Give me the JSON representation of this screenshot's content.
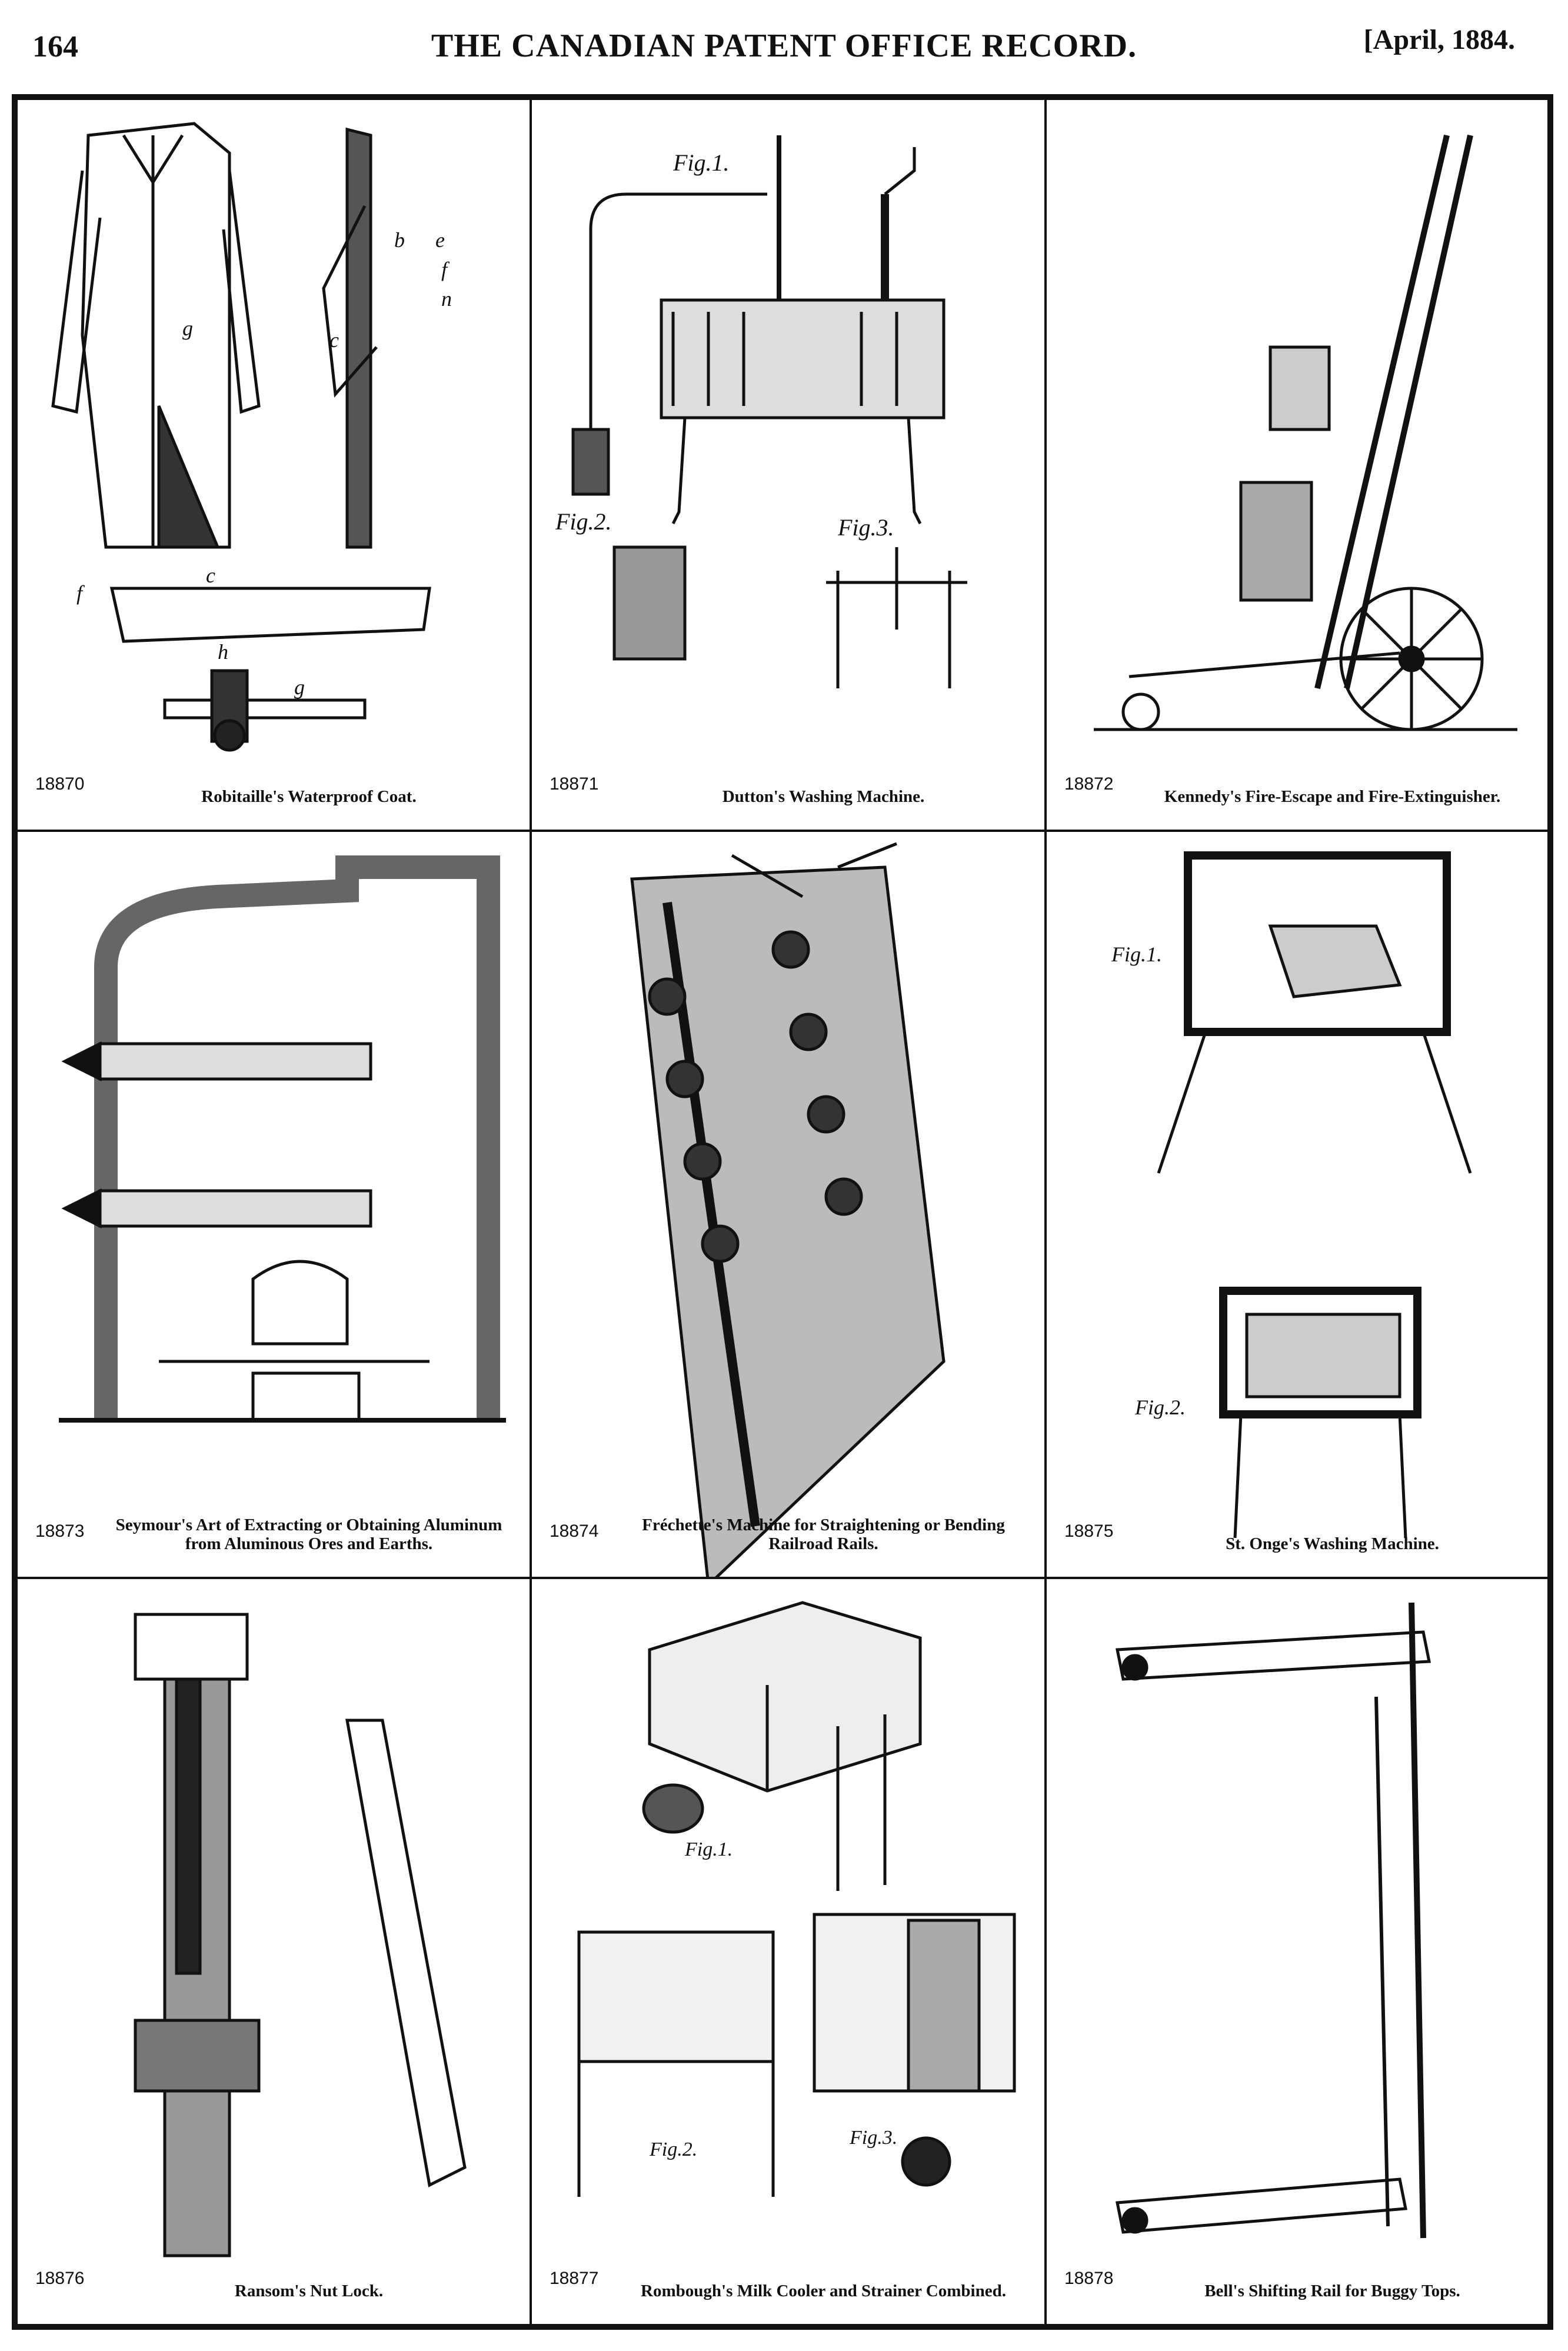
{
  "header": {
    "page_number": "164",
    "title": "THE CANADIAN PATENT OFFICE RECORD.",
    "date": "[April, 1884."
  },
  "patents": [
    {
      "number": "18870",
      "title": "Robitaille's Waterproof Coat."
    },
    {
      "number": "18871",
      "title": "Dutton's Washing Machine."
    },
    {
      "number": "18872",
      "title": "Kennedy's Fire-Escape and Fire-Extinguisher."
    },
    {
      "number": "18873",
      "title": "Seymour's Art of Extracting or Obtaining Aluminum from Aluminous Ores and Earths."
    },
    {
      "number": "18874",
      "title": "Fréchette's Machine for Straightening or Bending Railroad Rails."
    },
    {
      "number": "18875",
      "title": "St. Onge's Washing Machine."
    },
    {
      "number": "18876",
      "title": "Ransom's Nut Lock."
    },
    {
      "number": "18877",
      "title": "Rombough's Milk Cooler and Strainer Combined."
    },
    {
      "number": "18878",
      "title": "Bell's Shifting Rail for Buggy Tops."
    }
  ],
  "figure_labels": {
    "fig1": "Fig.1.",
    "fig2": "Fig.2.",
    "fig3": "Fig.3."
  }
}
